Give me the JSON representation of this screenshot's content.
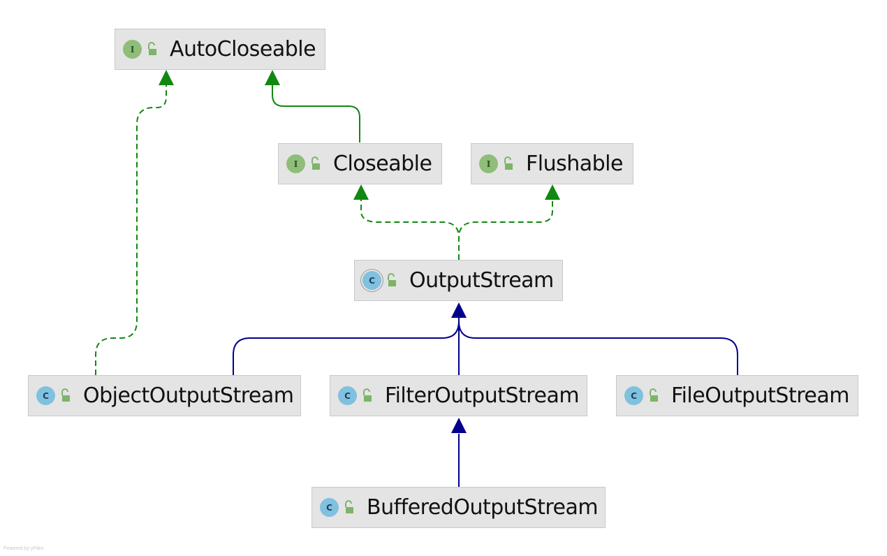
{
  "colors": {
    "interface_edge": "#118811",
    "class_edge": "#00008b",
    "node_fill": "#e4e4e4",
    "node_border": "#c9c9c9",
    "interface_badge": "#8fbd7a",
    "class_badge": "#7fc1de",
    "access_icon": "#7cb468"
  },
  "nodes": {
    "autocloseable": {
      "label": "AutoCloseable",
      "kind": "interface",
      "badge": "I",
      "icon": "interface-icon"
    },
    "closeable": {
      "label": "Closeable",
      "kind": "interface",
      "badge": "I",
      "icon": "interface-icon"
    },
    "flushable": {
      "label": "Flushable",
      "kind": "interface",
      "badge": "I",
      "icon": "interface-icon"
    },
    "outputstream": {
      "label": "OutputStream",
      "kind": "abstract-class",
      "badge": "C",
      "icon": "abstract-class-icon"
    },
    "objectoutputstream": {
      "label": "ObjectOutputStream",
      "kind": "class",
      "badge": "C",
      "icon": "class-icon"
    },
    "filteroutputstream": {
      "label": "FilterOutputStream",
      "kind": "class",
      "badge": "C",
      "icon": "class-icon"
    },
    "fileoutputstream": {
      "label": "FileOutputStream",
      "kind": "class",
      "badge": "C",
      "icon": "class-icon"
    },
    "bufferedoutputstream": {
      "label": "BufferedOutputStream",
      "kind": "class",
      "badge": "C",
      "icon": "class-icon"
    }
  },
  "edges": [
    {
      "from": "closeable",
      "to": "autocloseable",
      "relation": "extends",
      "style": "solid",
      "color": "interface_edge"
    },
    {
      "from": "objectoutputstream",
      "to": "autocloseable",
      "relation": "implements",
      "style": "dashed",
      "color": "interface_edge"
    },
    {
      "from": "outputstream",
      "to": "closeable",
      "relation": "implements",
      "style": "dashed",
      "color": "interface_edge"
    },
    {
      "from": "outputstream",
      "to": "flushable",
      "relation": "implements",
      "style": "dashed",
      "color": "interface_edge"
    },
    {
      "from": "objectoutputstream",
      "to": "outputstream",
      "relation": "extends",
      "style": "solid",
      "color": "class_edge"
    },
    {
      "from": "filteroutputstream",
      "to": "outputstream",
      "relation": "extends",
      "style": "solid",
      "color": "class_edge"
    },
    {
      "from": "fileoutputstream",
      "to": "outputstream",
      "relation": "extends",
      "style": "solid",
      "color": "class_edge"
    },
    {
      "from": "bufferedoutputstream",
      "to": "filteroutputstream",
      "relation": "extends",
      "style": "solid",
      "color": "class_edge"
    }
  ],
  "watermark": "Powered by yFiles"
}
